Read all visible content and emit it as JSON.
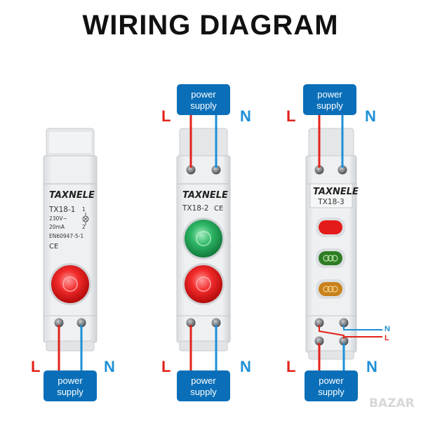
{
  "title": "WIRING DIAGRAM",
  "labels": {
    "l": "L",
    "n": "N"
  },
  "power_supply": {
    "line1": "power",
    "line2": "supply"
  },
  "devices": [
    {
      "brand": "TAXNELE",
      "model": "TX18-1",
      "terminal1": "1",
      "terminal2": "2",
      "voltage": "230V~",
      "current": "20mA",
      "standard": "EN60947-5-1",
      "ce": "CE",
      "lamps": [
        "red"
      ]
    },
    {
      "brand": "TAXNELE",
      "model": "TX18-2",
      "ce": "CE",
      "lamps": [
        "green",
        "red"
      ]
    },
    {
      "brand": "TAXNELE",
      "model": "TX18-3",
      "lamps": [
        "red",
        "green",
        "amber"
      ]
    }
  ],
  "watermark": "BAZAR",
  "colors": {
    "live_wire": "#e2231a",
    "neutral_wire": "#1e8fd6",
    "power_box": "#0a6fb8",
    "title": "#111111"
  }
}
